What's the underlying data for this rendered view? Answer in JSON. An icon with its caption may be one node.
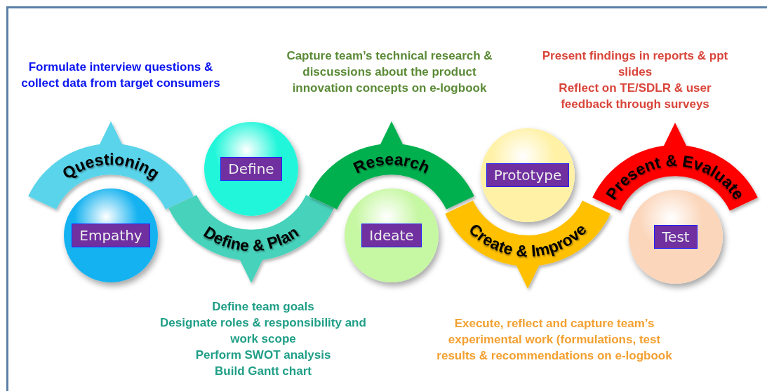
{
  "diagram": {
    "nodes": [
      {
        "text": [
          "Questioning"
        ],
        "beside": [
          "Formulate interview questions & collect data from target consumers"
        ]
      },
      {
        "text": [
          "Empathy"
        ]
      },
      {
        "text": [
          "Define & Plan"
        ],
        "beside": [
          "Define team goals",
          "Designate roles & responsibility and work scope",
          "Perform SWOT analysis",
          "Build Gantt chart"
        ]
      },
      {
        "text": [
          "Define"
        ]
      },
      {
        "text": [
          "Research"
        ],
        "beside": [
          "Capture team’s technical research  & discussions about the product innovation concepts on e-logbook"
        ]
      },
      {
        "text": [
          "Ideate"
        ]
      },
      {
        "text": [
          "Create & Improve"
        ],
        "beside": [
          "Execute, reflect and capture team’s experimental work (formulations, test results & recommendations on e-logbook"
        ]
      },
      {
        "text": [
          "Prototype"
        ]
      },
      {
        "text": [
          "Present & Evaluate"
        ],
        "beside": [
          "Present findings in reports & ppt slides",
          "Reflect on TE/SDLR & user feedback through surveys"
        ]
      },
      {
        "text": [
          "Test"
        ]
      }
    ]
  }
}
